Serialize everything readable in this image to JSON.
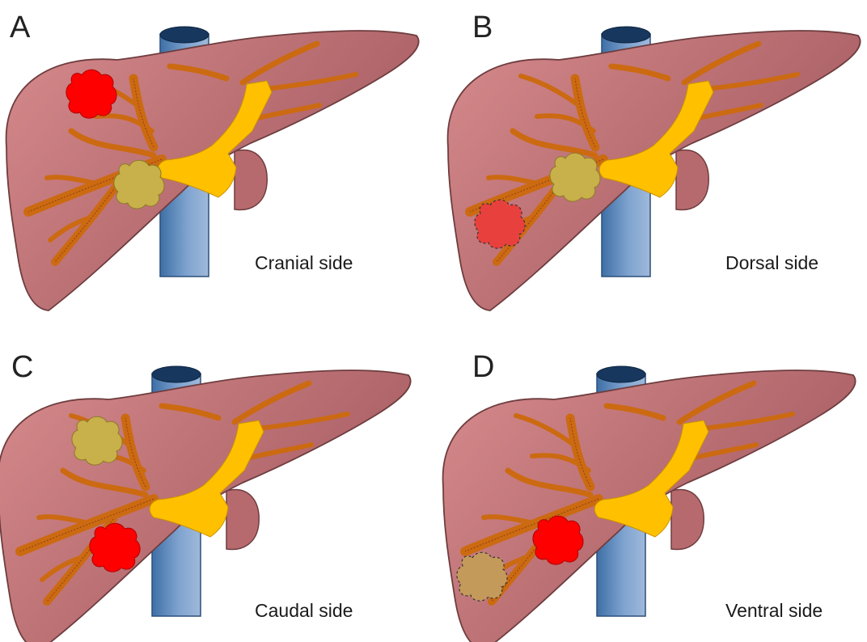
{
  "panels": [
    {
      "letter": "A",
      "caption": "Cranial side",
      "lesions": [
        {
          "kind": "red-solid",
          "at": "upper-left"
        },
        {
          "kind": "olive-solid",
          "at": "hilum"
        }
      ]
    },
    {
      "letter": "B",
      "caption": "Dorsal side",
      "lesions": [
        {
          "kind": "olive-solid",
          "at": "hilum"
        },
        {
          "kind": "red-dashed",
          "at": "lower-left"
        }
      ]
    },
    {
      "letter": "C",
      "caption": "Caudal side",
      "lesions": [
        {
          "kind": "olive-solid",
          "at": "upper-left"
        },
        {
          "kind": "red-solid",
          "at": "mid"
        }
      ]
    },
    {
      "letter": "D",
      "caption": "Ventral side",
      "lesions": [
        {
          "kind": "red-solid",
          "at": "mid"
        },
        {
          "kind": "tan-dashed",
          "at": "lower-left"
        }
      ]
    }
  ],
  "colors": {
    "liver_light": "#d68a8c",
    "liver_dark": "#a35a5f",
    "liver_outline": "#6e3d3f",
    "vessels": "#cc6a12",
    "duct": "#ffc000",
    "vena_cava": "#4f81bd",
    "vena_cava_top": "#17375e",
    "lesion_red": "#ff0000",
    "lesion_olive": "#c8b04b",
    "lesion_red_faded": "#e8403c",
    "lesion_tan": "#c49a5a"
  }
}
